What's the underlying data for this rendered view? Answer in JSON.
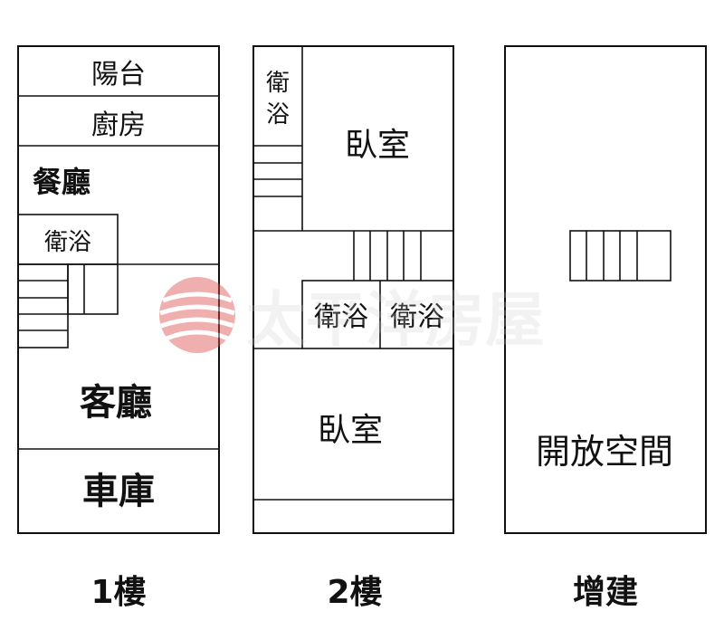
{
  "floor1": {
    "balcony": "陽台",
    "kitchen": "廚房",
    "dining": "餐廳",
    "bathroom": "衛浴",
    "living": "客廳",
    "garage": "車庫",
    "caption": "1樓"
  },
  "floor2": {
    "bathroom_side": "衛浴",
    "bedroom_top": "臥室",
    "bathroom_a": "衛浴",
    "bathroom_b": "衛浴",
    "bedroom_bottom": "臥室",
    "caption": "2樓"
  },
  "extension": {
    "open_space": "開放空間",
    "caption": "增建"
  },
  "watermark": {
    "text": "太平洋房屋",
    "color": "#e05050"
  }
}
